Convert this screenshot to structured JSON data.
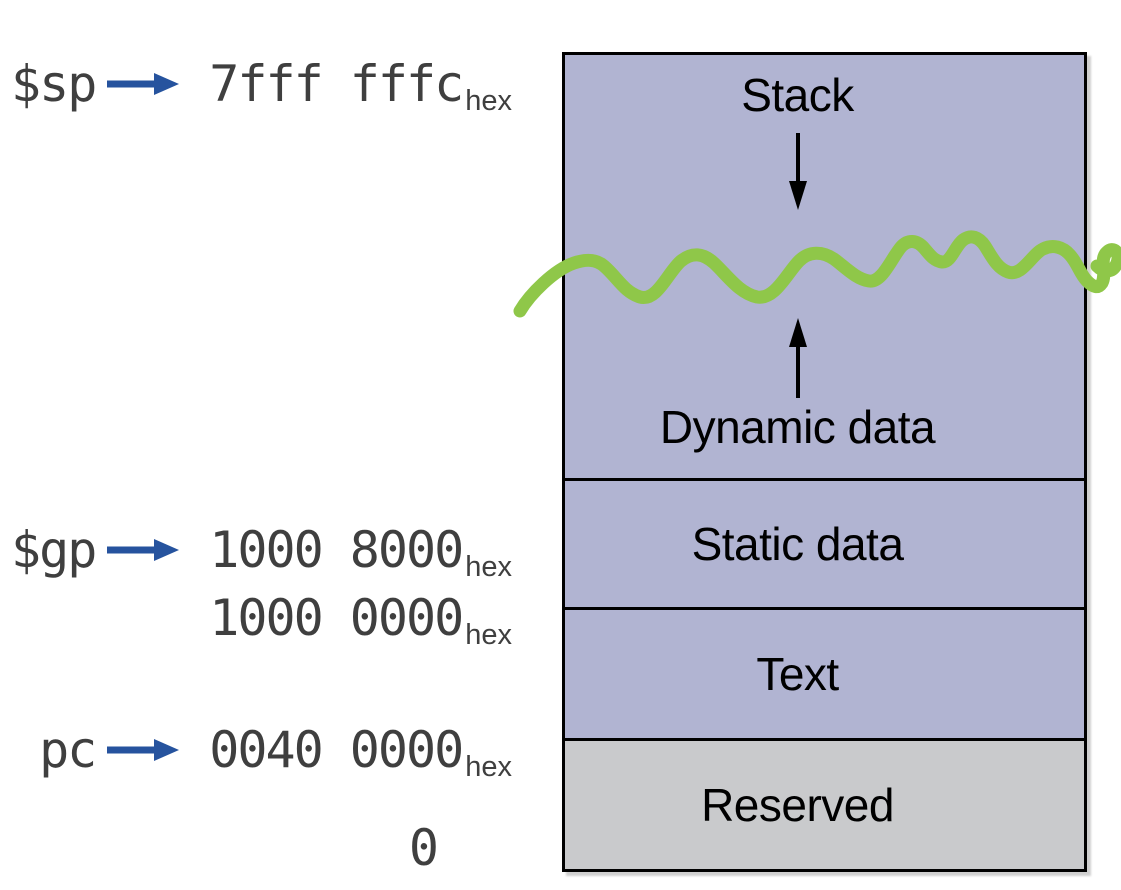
{
  "memory_map": {
    "stack_label": "Stack",
    "dynamic_label": "Dynamic data",
    "static_label": "Static data",
    "text_label": "Text",
    "reserved_label": "Reserved"
  },
  "address_labels": {
    "sp": {
      "register": "$sp",
      "value": "7fff fffc",
      "sub": "hex"
    },
    "gp": {
      "register": "$gp",
      "value": "1000 8000",
      "sub": "hex"
    },
    "static_base": {
      "value": "1000 0000",
      "sub": "hex"
    },
    "pc": {
      "register": "pc",
      "value": "0040 0000",
      "sub": "hex"
    },
    "zero": {
      "value": "0"
    }
  },
  "icons": {
    "pointer_arrow": "right-arrow",
    "stack_growth": "down-arrow",
    "heap_growth": "up-arrow",
    "divider": "hand-drawn-green-squiggle"
  },
  "colors": {
    "segment_fill": "#b1b4d2",
    "reserved_fill": "#c9cacc",
    "border": "#000000",
    "pointer_arrow_blue": "#26539e",
    "squiggle_green": "#8fc749",
    "address_text": "#3f3f3f"
  }
}
